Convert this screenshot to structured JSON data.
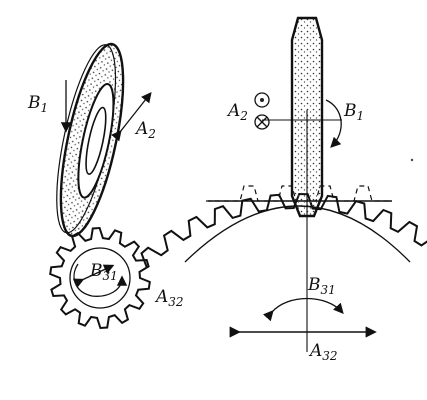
{
  "labels": {
    "left_b1": {
      "main": "B",
      "sub": "1"
    },
    "left_a2": {
      "main": "A",
      "sub": "2"
    },
    "left_b31": {
      "main": "B",
      "sub": "31"
    },
    "left_a32": {
      "main": "A",
      "sub": "32"
    },
    "right_a2": {
      "main": "A",
      "sub": "2"
    },
    "right_b1": {
      "main": "B",
      "sub": "1"
    },
    "right_b31": {
      "main": "B",
      "sub": "31"
    },
    "right_a32": {
      "main": "A",
      "sub": "32"
    }
  }
}
